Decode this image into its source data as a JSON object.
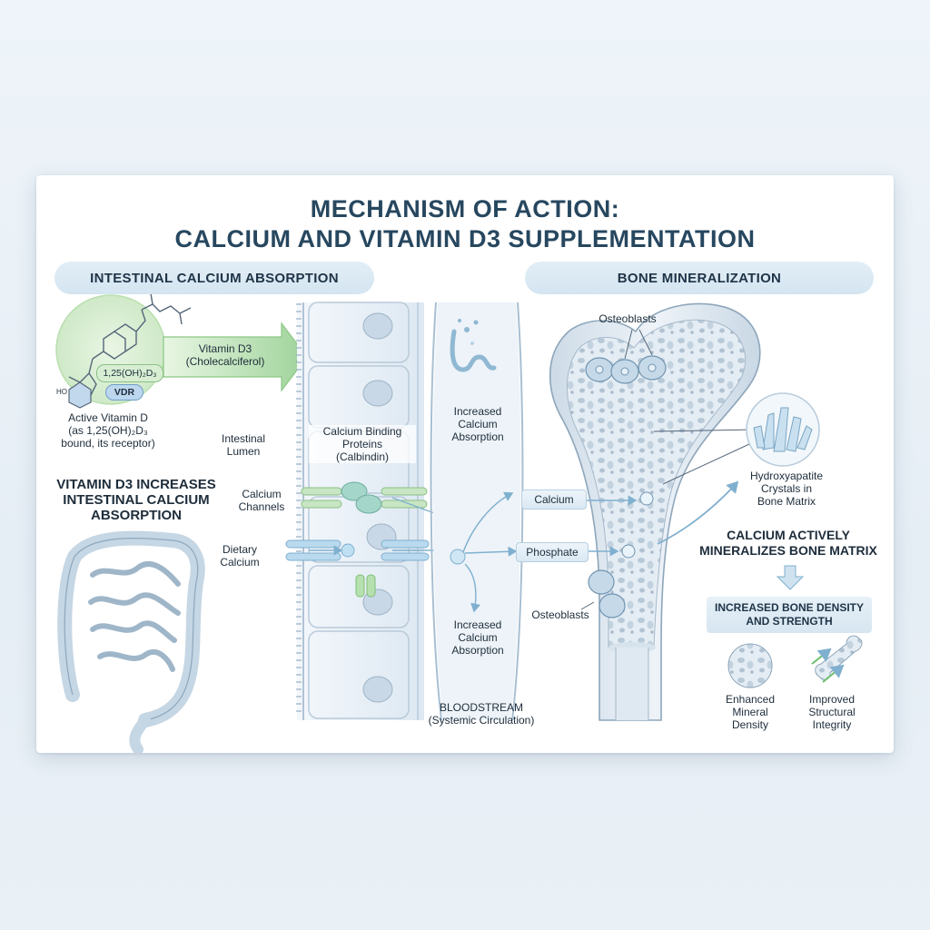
{
  "title_line1": "MECHANISM OF ACTION:",
  "title_line2": "CALCIUM AND VITAMIN D3 SUPPLEMENTATION",
  "left_banner": "INTESTINAL CALCIUM ABSORPTION",
  "right_banner": "BONE MINERALIZATION",
  "molecule": {
    "complex_label": "1,25(OH)₂D₃",
    "receptor_label": "VDR",
    "ho_label": "HO"
  },
  "labels": {
    "active_vitd_1": "Active Vitamin D",
    "active_vitd_2": "(as 1,25(OH)₂D₃",
    "active_vitd_3": "bound, its receptor)",
    "vitd3_1": "Vitamin D3",
    "vitd3_2": "(Cholecalciferol)",
    "lumen_1": "Intestinal",
    "lumen_2": "Lumen",
    "cbp_1": "Calcium Binding",
    "cbp_2": "Proteins",
    "cbp_3": "(Calbindin)",
    "channels_1": "Calcium",
    "channels_2": "Channels",
    "dietary_1": "Dietary",
    "dietary_2": "Calcium",
    "inc_top_1": "Increased",
    "inc_top_2": "Calcium",
    "inc_top_3": "Absorption",
    "inc_bot_1": "Increased",
    "inc_bot_2": "Calcium",
    "inc_bot_3": "Absorption",
    "blood_1": "BLOODSTREAM",
    "blood_2": "(Systemic Circulation)",
    "osteo_top": "Osteoblasts",
    "osteo_bot": "Osteoblasts",
    "calcium_tag": "Calcium",
    "phosphate_tag": "Phosphate",
    "hydroxy_1": "Hydroxyapatite",
    "hydroxy_2": "Crystals in",
    "hydroxy_3": "Bone Matrix",
    "enhanced_1": "Enhanced",
    "enhanced_2": "Mineral",
    "enhanced_3": "Density",
    "improved_1": "Improved",
    "improved_2": "Structural",
    "improved_3": "Integrity"
  },
  "headlines": {
    "vitd_inc_1": "VITAMIN D3 INCREASES",
    "vitd_inc_2": "INTESTINAL CALCIUM",
    "vitd_inc_3": "ABSORPTION",
    "mineral_1": "CALCIUM ACTIVELY",
    "mineral_2": "MINERALIZES BONE MATRIX",
    "result_1": "INCREASED BONE DENSITY",
    "result_2": "AND STRENGTH"
  },
  "colors": {
    "title": "#27475f",
    "green_arrow": "#9fd39a",
    "blue_arrow": "#8bbbd8",
    "cell_fill": "#e8f0f7",
    "bone_fill": "#dbe7f0"
  }
}
